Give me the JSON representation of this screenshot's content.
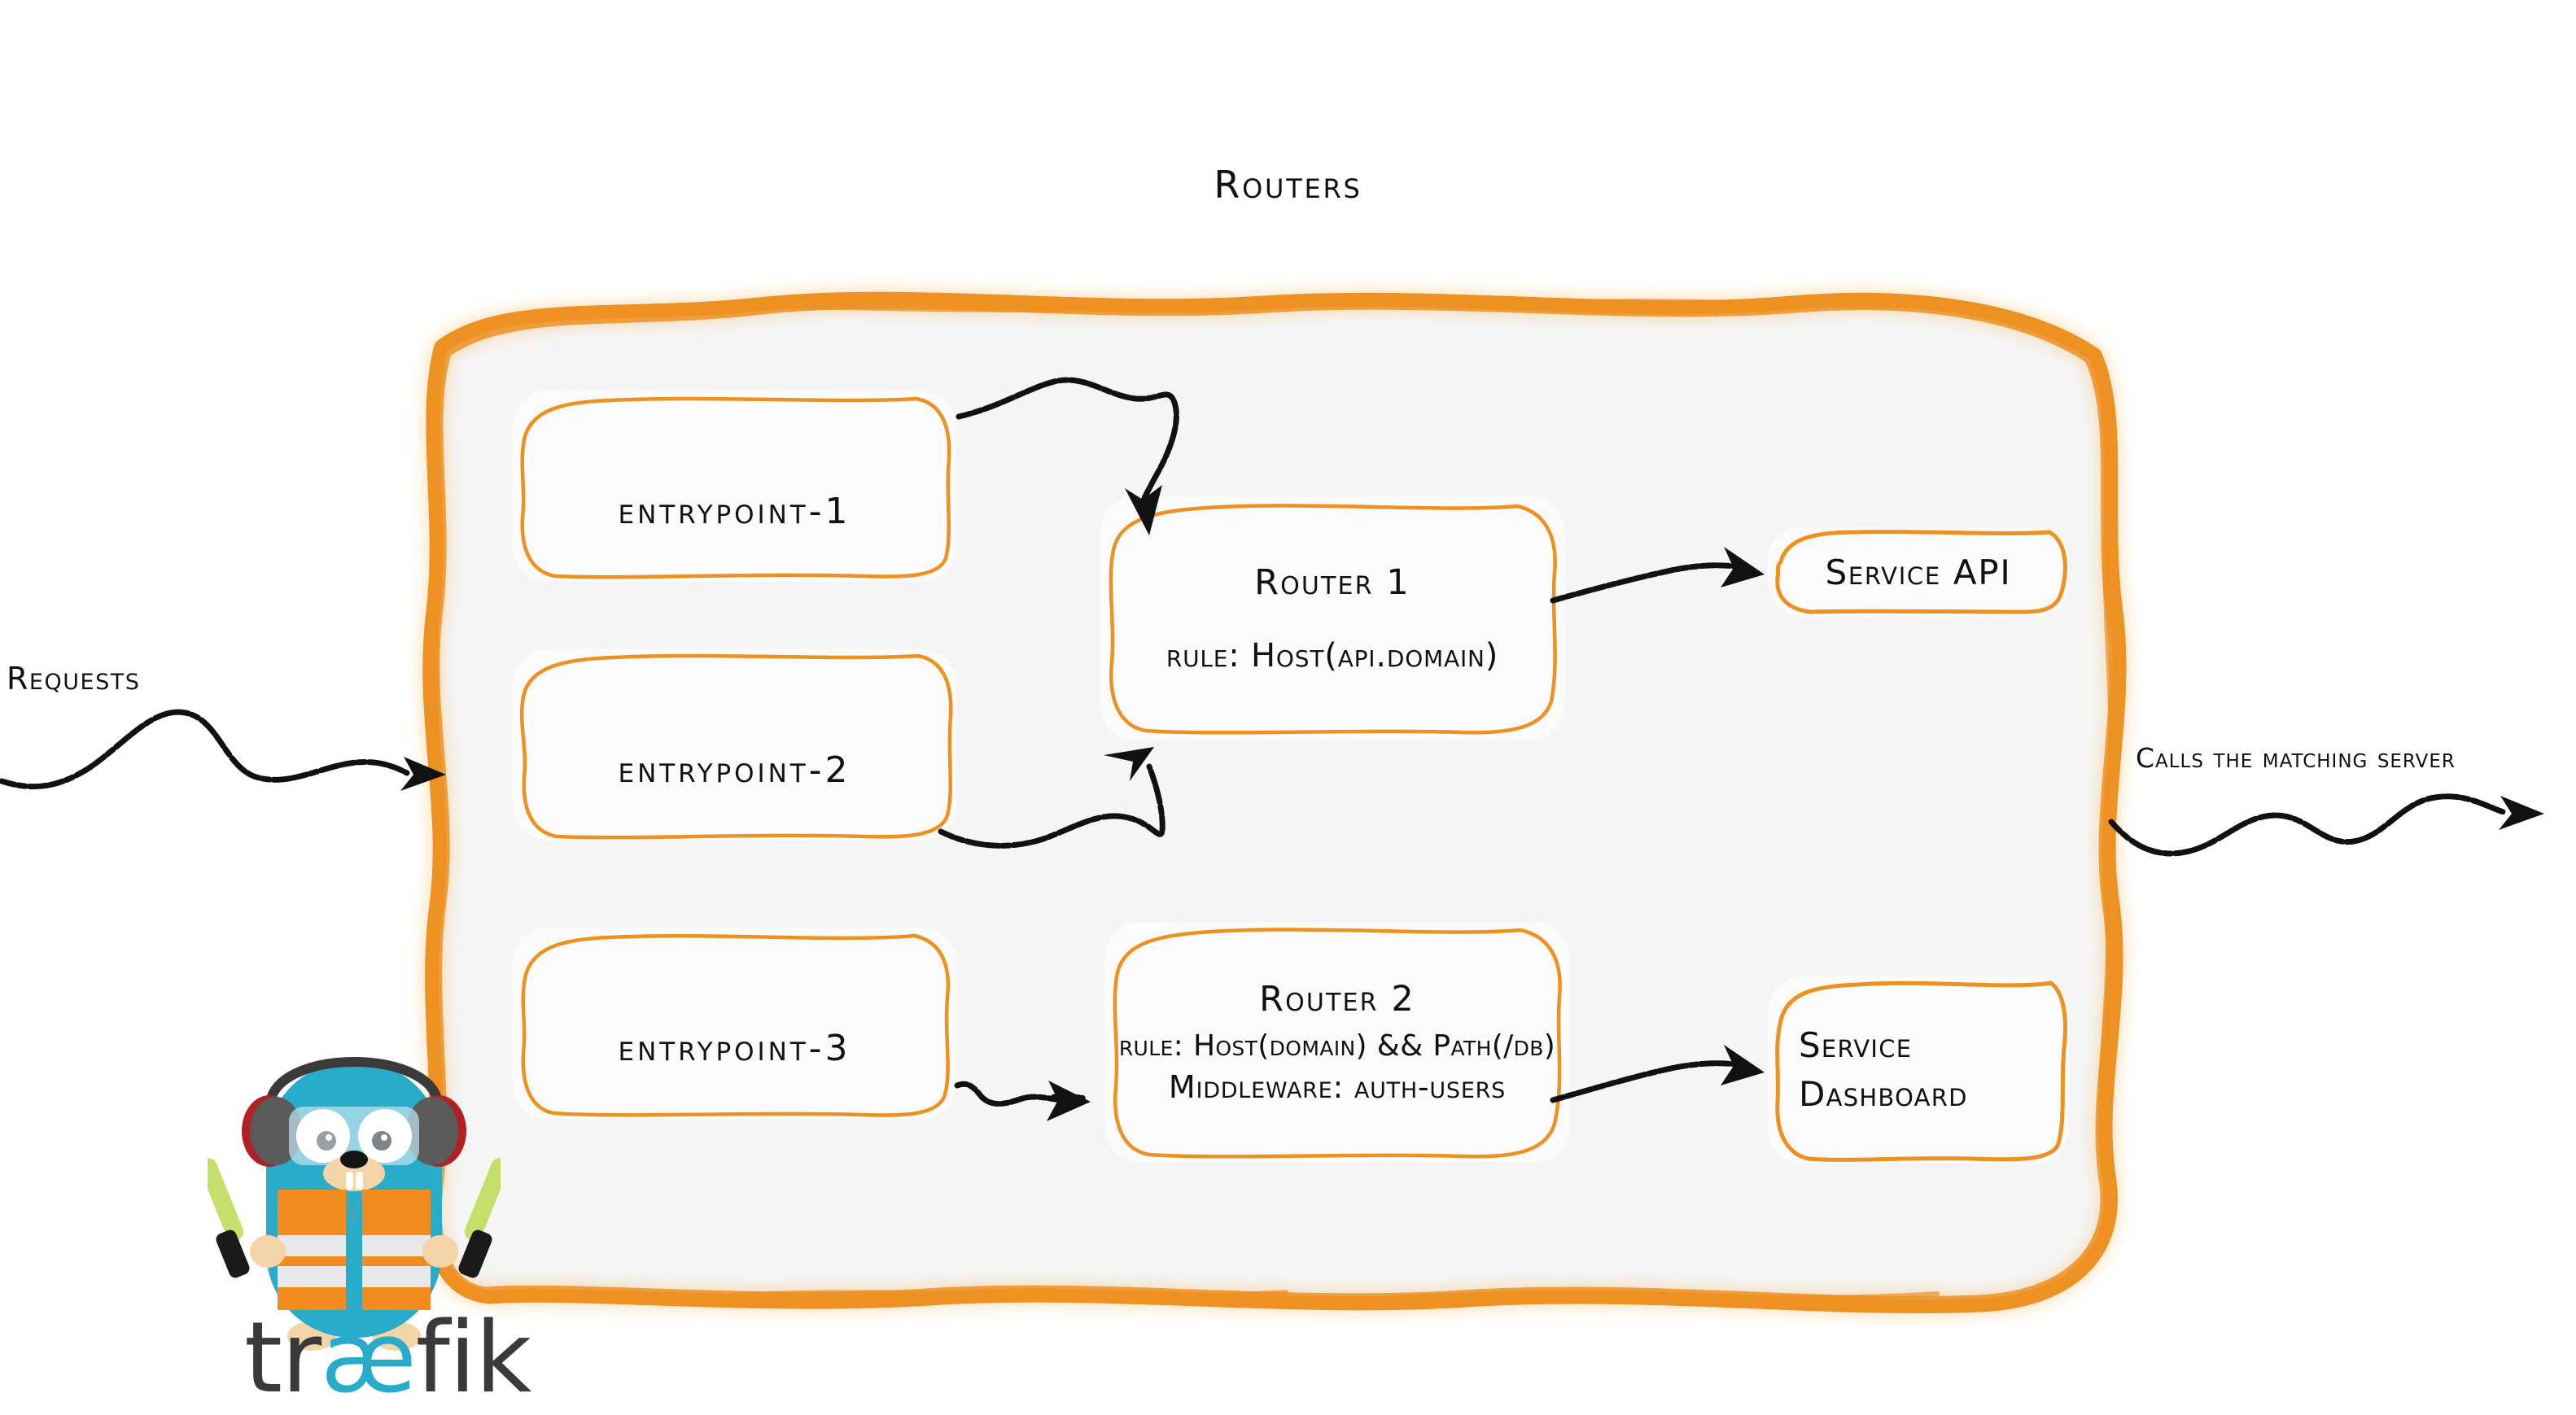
{
  "diagram": {
    "title": "Routers",
    "container_name": "routers-boundary"
  },
  "colors": {
    "accent_orange": "#ED9121",
    "container_fill": "#F5F5F5",
    "node_fill": "#FBFBFB",
    "ink": "#111111",
    "gopher_body": "#29ABCA",
    "gopher_vest": "#F28C1E",
    "gopher_stripe": "#E8E8E8",
    "wordmark_dark": "#3A3A3A",
    "wordmark_cyan": "#29ABCA"
  },
  "entrypoints": [
    {
      "label": "entrypoint-1"
    },
    {
      "label": "entrypoint-2"
    },
    {
      "label": "entrypoint-3"
    }
  ],
  "routers": [
    {
      "title": "Router 1",
      "rule": "rule: Host(api.domain)"
    },
    {
      "title": "Router 2",
      "rule": "rule: Host(domain) && Path(/db)",
      "middleware": "Middleware: auth-users"
    }
  ],
  "services": [
    {
      "label": "Service API"
    },
    {
      "line1": "Service",
      "line2": "Dashboard"
    }
  ],
  "side_labels": {
    "incoming": "Requests",
    "outgoing": "Calls the matching server"
  },
  "logo": {
    "wordmark_part1": "tr",
    "wordmark_ligature": "æ",
    "wordmark_part2": "fik",
    "mascot_name": "traefik-gopher-mascot"
  }
}
